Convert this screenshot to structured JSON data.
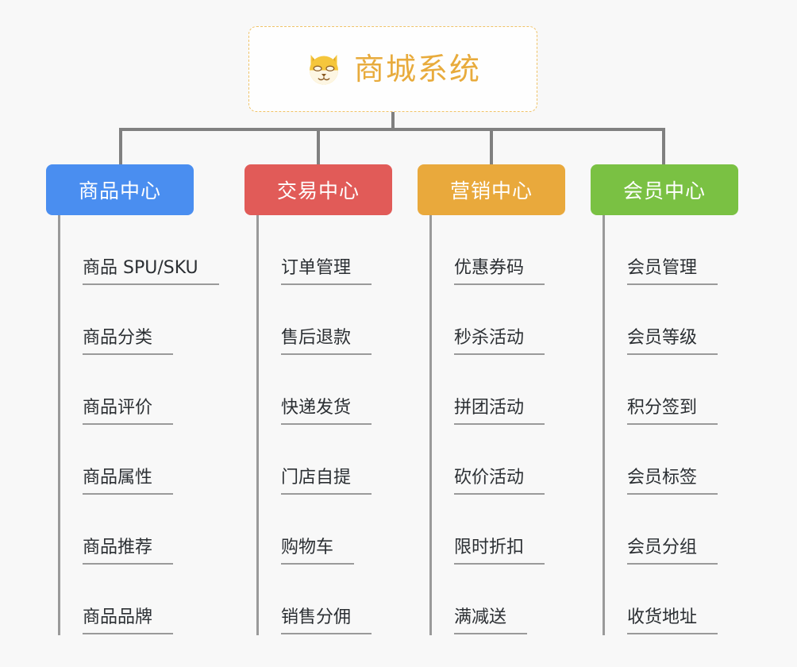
{
  "page": {
    "background_color": "#f8f8f8",
    "root": {
      "title": "商城系统",
      "icon": "shiba-dog-icon",
      "border_color": "#f0c368",
      "text_color": "#e8ab3c"
    },
    "connector_color": "#808080"
  },
  "branches": [
    {
      "label": "商品中心",
      "color": "#4a8ef0",
      "items": [
        "商品 SPU/SKU",
        "商品分类",
        "商品评价",
        "商品属性",
        "商品推荐",
        "商品品牌"
      ]
    },
    {
      "label": "交易中心",
      "color": "#e15b58",
      "items": [
        "订单管理",
        "售后退款",
        "快递发货",
        "门店自提",
        "购物车",
        "销售分佣"
      ]
    },
    {
      "label": "营销中心",
      "color": "#e9a93c",
      "items": [
        "优惠券码",
        "秒杀活动",
        "拼团活动",
        "砍价活动",
        "限时折扣",
        "满减送"
      ]
    },
    {
      "label": "会员中心",
      "color": "#7ac143",
      "items": [
        "会员管理",
        "会员等级",
        "积分签到",
        "会员标签",
        "会员分组",
        "收货地址"
      ]
    }
  ]
}
